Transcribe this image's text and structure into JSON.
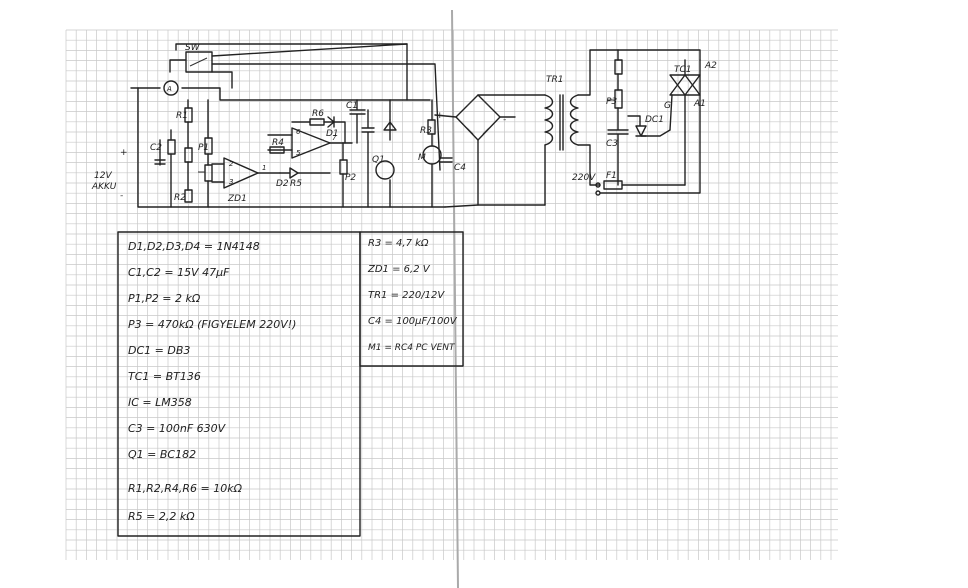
{
  "schematic": {
    "supply_plus": "+",
    "supply_minus": "-",
    "supply_label_1": "12V",
    "supply_label_2": "AKKU",
    "switch_label": "SW",
    "ammeter_label": "A",
    "r1": "R1",
    "r2": "R2",
    "r3": "R3",
    "r4": "R4",
    "r5": "R5",
    "r6": "R6",
    "p1": "P1",
    "p2": "P2",
    "p3": "P3",
    "c1": "C1",
    "c2": "C2",
    "c3": "C3",
    "c4": "C4",
    "zd1": "ZD1",
    "q1": "Q1",
    "d1": "D1",
    "d2": "D2",
    "motor": "M",
    "ic_a_pins": [
      "2",
      "3",
      "1"
    ],
    "ic_b_pins": [
      "6",
      "5",
      "7"
    ],
    "rect_plus": "+",
    "rect_minus": "-",
    "transformer": "TR1",
    "mains": "220V",
    "fuse": "F1",
    "triac": "TC1",
    "a1": "A1",
    "a2": "A2",
    "gate": "G",
    "diac": "DC1"
  },
  "parts_list": {
    "left": [
      "D1,D2,D3,D4 = 1N4148",
      "C1,C2 = 15V 47μF",
      "P1,P2 = 2 kΩ",
      "P3 = 470kΩ (FIGYELEM 220V!)",
      "DC1 = DB3",
      "TC1 = BT136",
      "IC = LM358",
      "C3 = 100nF 630V",
      "Q1 = BC182",
      "R1,R2,R4,R6 = 10kΩ",
      "R5 = 2,2 kΩ"
    ],
    "right": [
      "R3 = 4,7 kΩ",
      "ZD1 = 6,2 V",
      "TR1 = 220/12V",
      "C4 = 100μF/100V",
      "M1 = RC4 PC VENT"
    ]
  }
}
